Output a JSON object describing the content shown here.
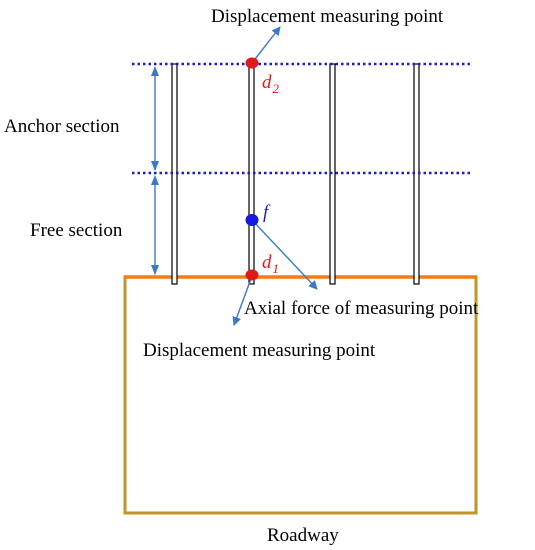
{
  "labels": {
    "displacement_top": "Displacement measuring point",
    "anchor_section": "Anchor section",
    "free_section": "Free section",
    "axial_force": "Axial force of measuring point",
    "displacement_bottom": "Displacement measuring point",
    "roadway": "Roadway"
  },
  "symbols": {
    "d2_main": "d",
    "d2_sub": "2",
    "f": "f",
    "d1_main": "d",
    "d1_sub": "1"
  },
  "colors": {
    "dashed_line": "#1a1acc",
    "arrow": "#3a78c8",
    "roadway_top": "#f07d18",
    "roadway_border": "#c0962a",
    "displacement_point": "#e01818",
    "force_point": "#1818e0",
    "displacement_label": "#e01818",
    "force_label": "#1818e0"
  }
}
